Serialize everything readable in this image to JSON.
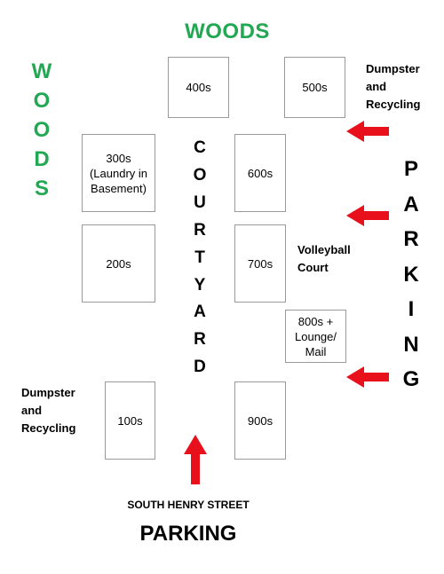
{
  "woods_top": "WOODS",
  "woods_left": [
    "W",
    "O",
    "O",
    "D",
    "S"
  ],
  "courtyard": [
    "C",
    "O",
    "U",
    "R",
    "T",
    "Y",
    "A",
    "R",
    "D"
  ],
  "parking_right": [
    "P",
    "A",
    "R",
    "K",
    "I",
    "N",
    "G"
  ],
  "buildings": {
    "b400": "400s",
    "b500": "500s",
    "b300": "300s\n(Laundry in\nBasement)",
    "b600": "600s",
    "b200": "200s",
    "b700": "700s",
    "b800": "800s +\nLounge/\nMail",
    "b100": "100s",
    "b900": "900s"
  },
  "labels": {
    "dumpster_top": "Dumpster\nand\nRecycling",
    "dumpster_bottom": "Dumpster\nand\nRecycling",
    "volleyball": "Volleyball\nCourt"
  },
  "street": "SOUTH HENRY STREET",
  "parking_bottom": "PARKING",
  "colors": {
    "woods": "#22a852",
    "arrow": "#e8101b",
    "border": "#9a9a9a"
  },
  "icons": [
    "arrow-left-icon",
    "arrow-up-icon"
  ]
}
